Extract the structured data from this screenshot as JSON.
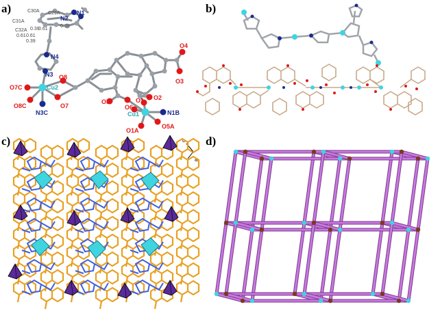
{
  "panels": {
    "a": "a)",
    "b": "b)",
    "c": "c)",
    "d": "d)"
  },
  "panel_a": {
    "atom_labels": [
      {
        "id": "N1",
        "text": "N1",
        "color": "#1a2b8c"
      },
      {
        "id": "N2",
        "text": "N2",
        "color": "#1a2b8c"
      },
      {
        "id": "C29A",
        "text": "C29A",
        "color": "#333333"
      },
      {
        "id": "C30A",
        "text": "C30A",
        "color": "#333333"
      },
      {
        "id": "C31A",
        "text": "C31A",
        "color": "#333333"
      },
      {
        "id": "C32A",
        "text": "C32A",
        "color": "#333333"
      },
      {
        "id": "N4",
        "text": "N4",
        "color": "#1a2b8c"
      },
      {
        "id": "N3",
        "text": "N3",
        "color": "#1a2b8c"
      },
      {
        "id": "Cu2",
        "text": "Cu2",
        "color": "#2ba8b8"
      },
      {
        "id": "O8",
        "text": "O8",
        "color": "#e01818"
      },
      {
        "id": "O7C",
        "text": "O7C",
        "color": "#e01818"
      },
      {
        "id": "O8C",
        "text": "O8C",
        "color": "#e01818"
      },
      {
        "id": "N3C",
        "text": "N3C",
        "color": "#1a2b8c"
      },
      {
        "id": "O7",
        "text": "O7",
        "color": "#e01818"
      },
      {
        "id": "O4",
        "text": "O4",
        "color": "#e01818"
      },
      {
        "id": "O3",
        "text": "O3",
        "color": "#e01818"
      },
      {
        "id": "O5",
        "text": "O5",
        "color": "#e01818"
      },
      {
        "id": "O6",
        "text": "O6",
        "color": "#e01818"
      },
      {
        "id": "O1",
        "text": "O1",
        "color": "#e01818"
      },
      {
        "id": "O2",
        "text": "O2",
        "color": "#e01818"
      },
      {
        "id": "Cu1",
        "text": "Cu1",
        "color": "#2ba8b8"
      },
      {
        "id": "N1B",
        "text": "N1B",
        "color": "#1a2b8c"
      },
      {
        "id": "O1A",
        "text": "O1A",
        "color": "#e01818"
      },
      {
        "id": "O5A",
        "text": "O5A",
        "color": "#e01818"
      }
    ],
    "occupancies": [
      "0.61",
      "0.39",
      "0.39",
      "0.61",
      "0.61",
      "0.39"
    ]
  },
  "panel_c": {
    "axis_c": "c",
    "axis_a": "a"
  },
  "colors": {
    "copper": "#3fd4e0",
    "nitrogen": "#1a2b8c",
    "oxygen": "#e01818",
    "carbon": "#9aa0a8",
    "ligand_orange": "#e8a020",
    "ligand_blue": "#4060e0",
    "polyhedron_purple": "#5a2a9a",
    "net_magenta": "#c878e0",
    "node_brown": "#7a3a20"
  }
}
